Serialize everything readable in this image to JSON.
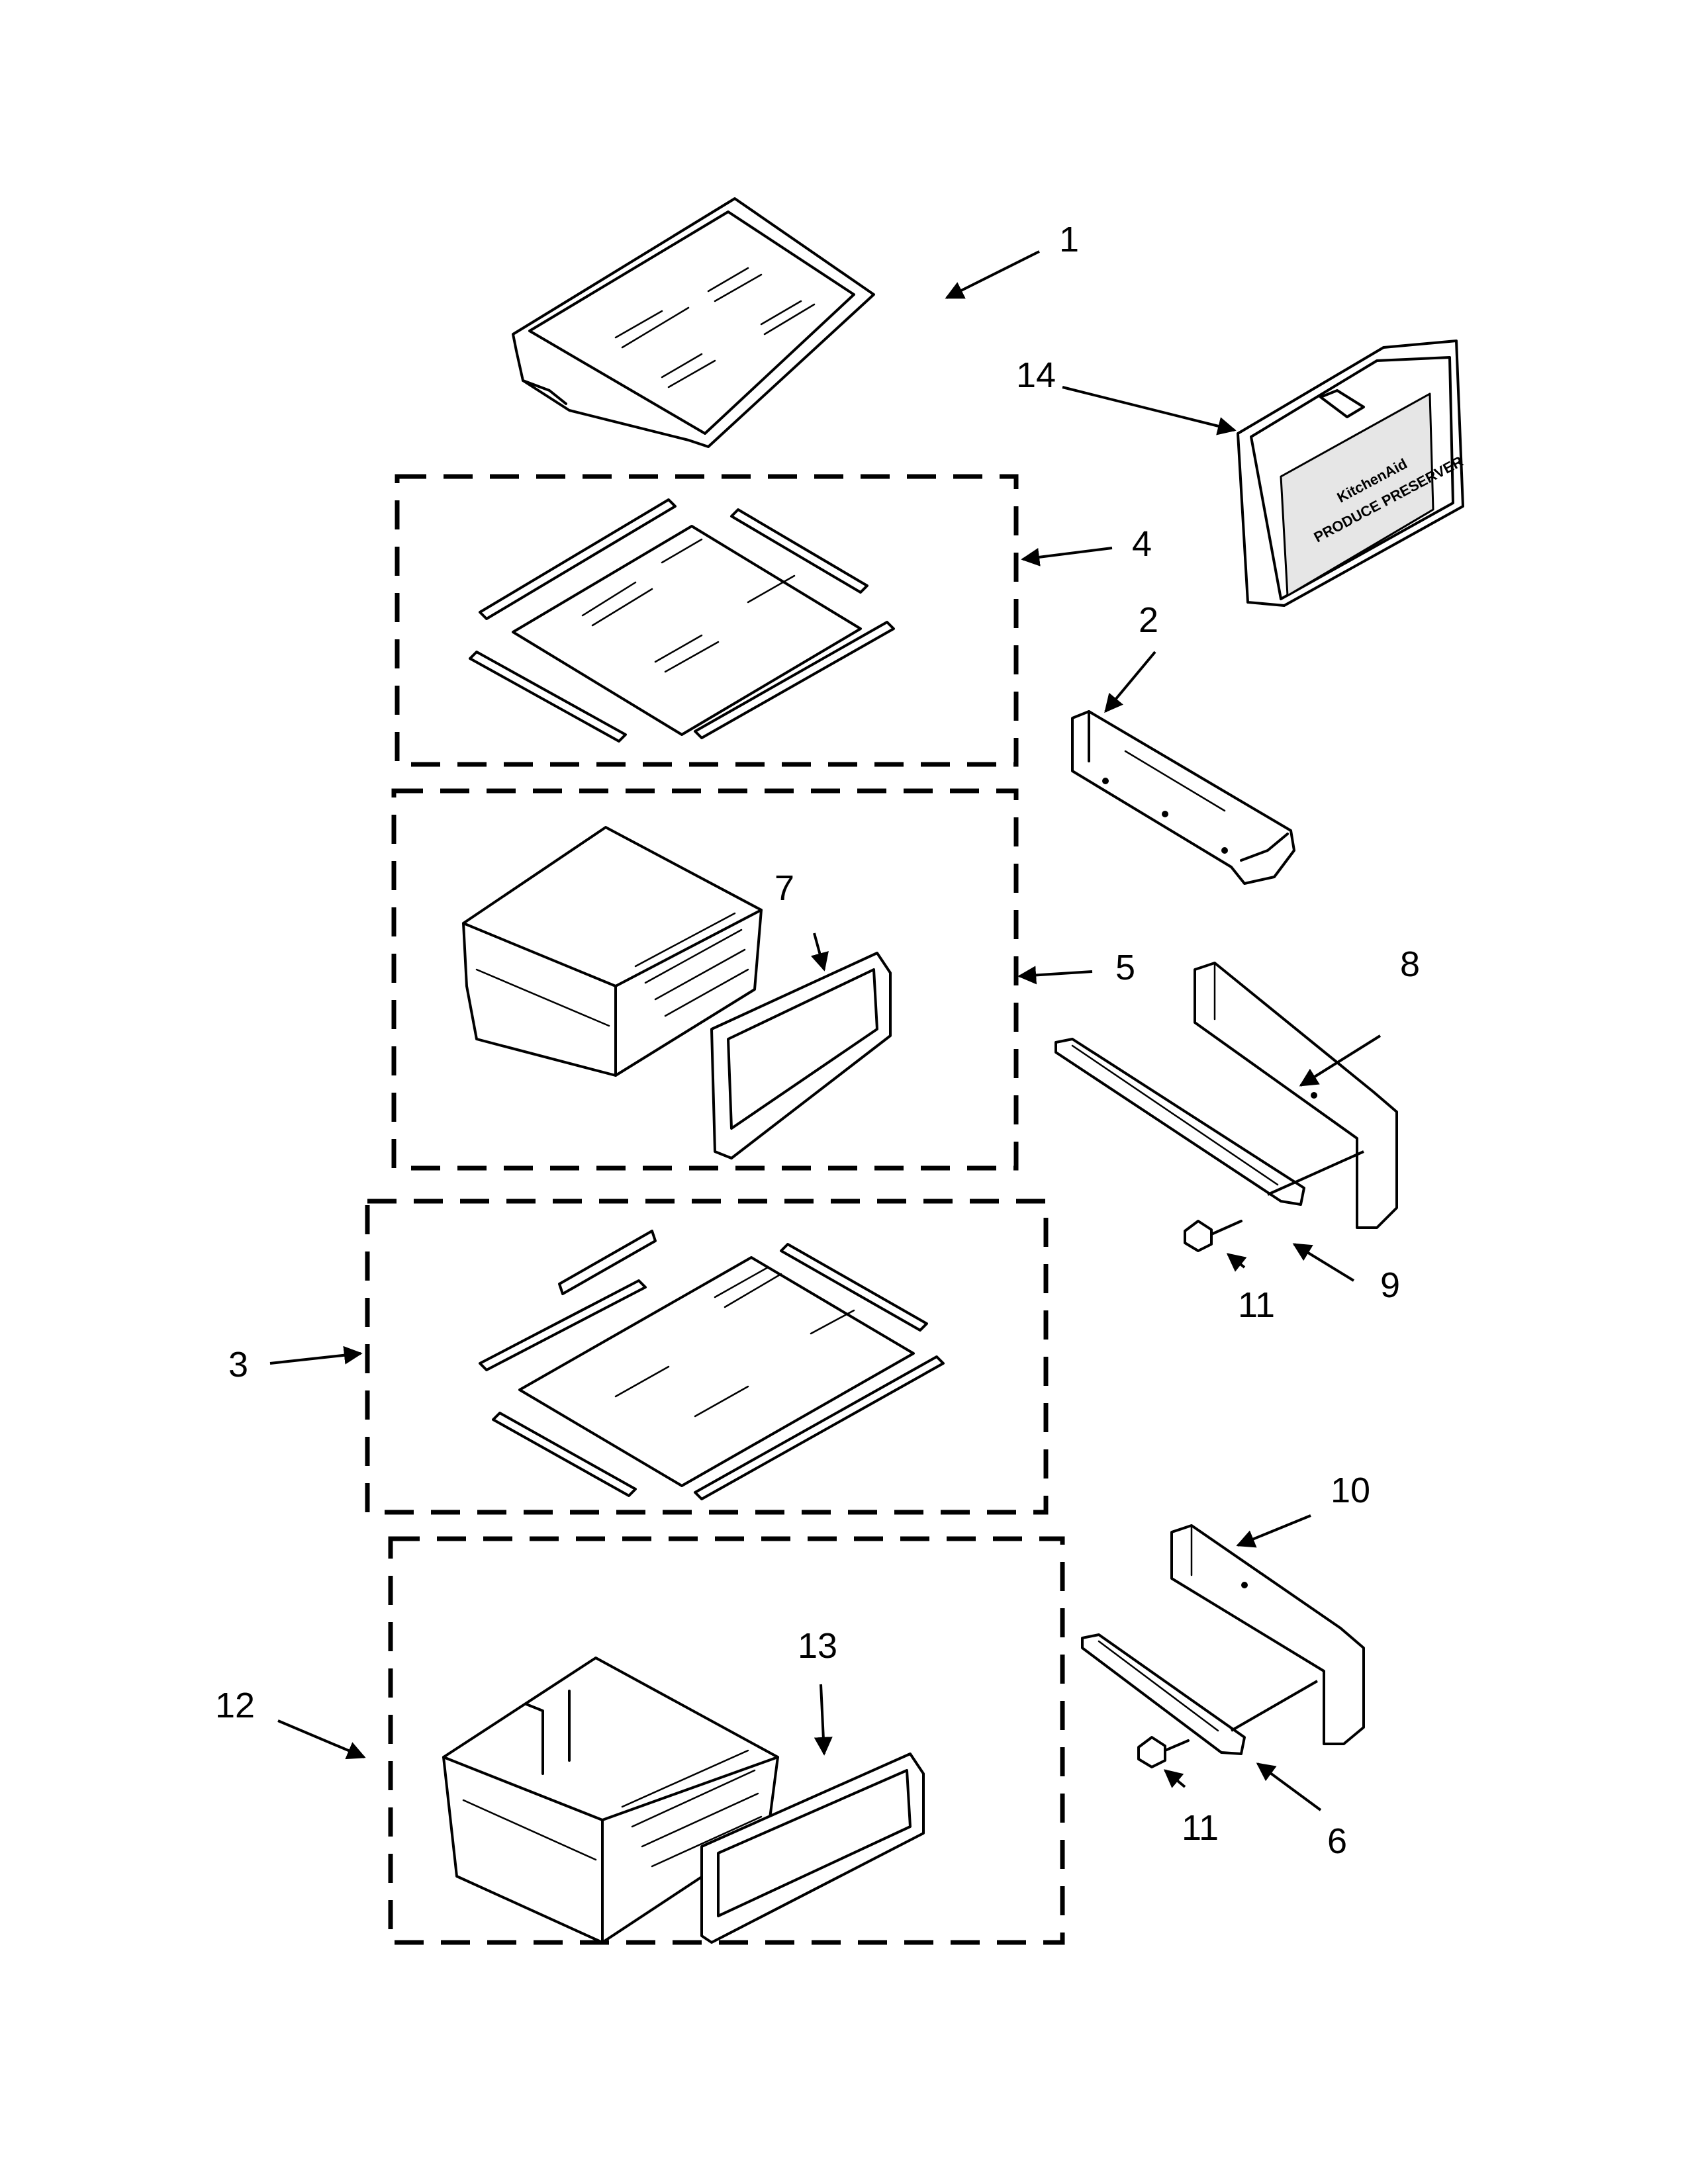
{
  "diagram": {
    "title": "",
    "callouts": {
      "c1": "1",
      "c2": "2",
      "c3": "3",
      "c4": "4",
      "c5": "5",
      "c6": "6",
      "c7": "7",
      "c8": "8",
      "c9": "9",
      "c10": "10",
      "c11a": "11",
      "c11b": "11",
      "c12": "12",
      "c13": "13",
      "c14": "14"
    },
    "product_label": {
      "brand": "KitchenAid",
      "name": "PRODUCE PRESERVER"
    }
  }
}
